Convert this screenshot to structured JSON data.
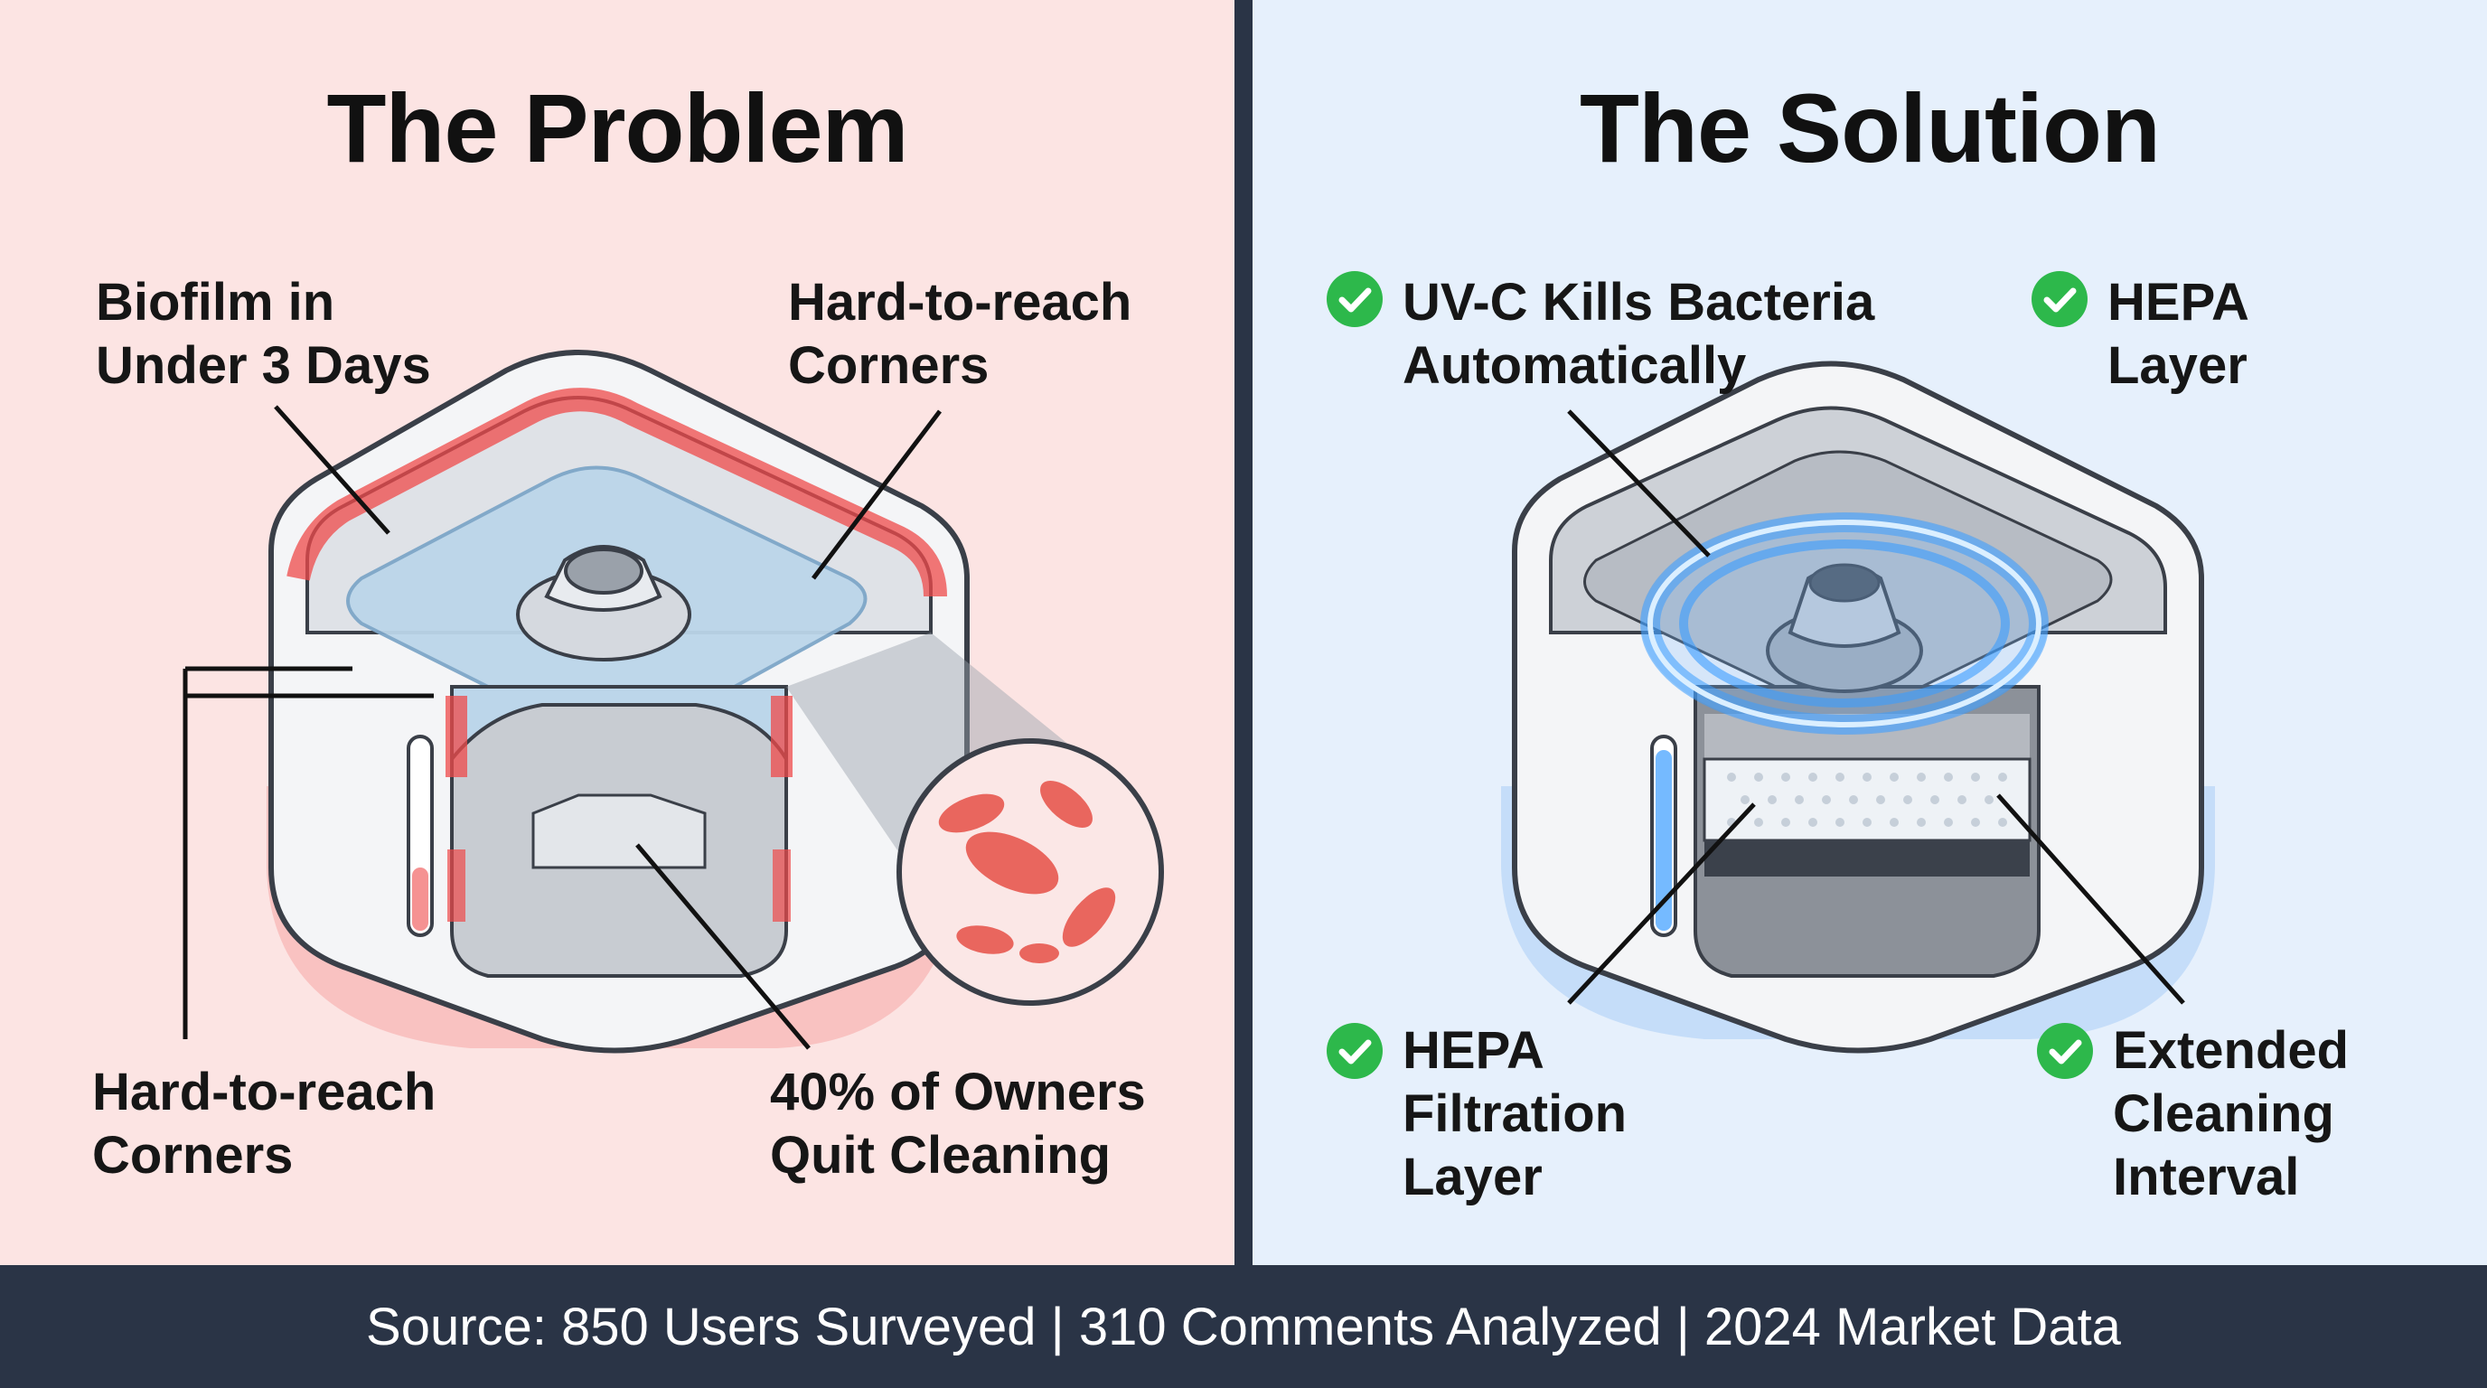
{
  "problem": {
    "title": "The Problem",
    "label_biofilm": [
      "Biofilm in",
      "Under 3 Days"
    ],
    "label_corners_top": [
      "Hard-to-reach",
      "Corners"
    ],
    "label_corners_bottom": [
      "Hard-to-reach",
      "Corners"
    ],
    "label_owners": [
      "40% of Owners",
      "Quit Cleaning"
    ]
  },
  "solution": {
    "title": "The Solution",
    "label_uvc": [
      "UV-C Kills Bacteria",
      "Automatically"
    ],
    "label_hepa_top": [
      "HEPA",
      "Layer"
    ],
    "label_hepa_filtration": [
      "HEPA",
      "Filtration",
      "Layer"
    ],
    "label_extended": [
      "Extended",
      "Cleaning",
      "Interval"
    ]
  },
  "footer": {
    "source": "Source: 850 Users Surveyed | 310 Comments Analyzed | 2024 Market Data"
  },
  "colors": {
    "problem_bg": "#fce4e3",
    "solution_bg": "#e6f0fc",
    "footer_bg": "#2a3446",
    "check_green": "#2db84b",
    "biofilm_red": "#ef4a4a",
    "uv_blue": "#3b9cff"
  },
  "icons": [
    "check-circle-icon",
    "bacteria-magnifier-icon",
    "uv-ring-icon",
    "water-level-icon"
  ]
}
